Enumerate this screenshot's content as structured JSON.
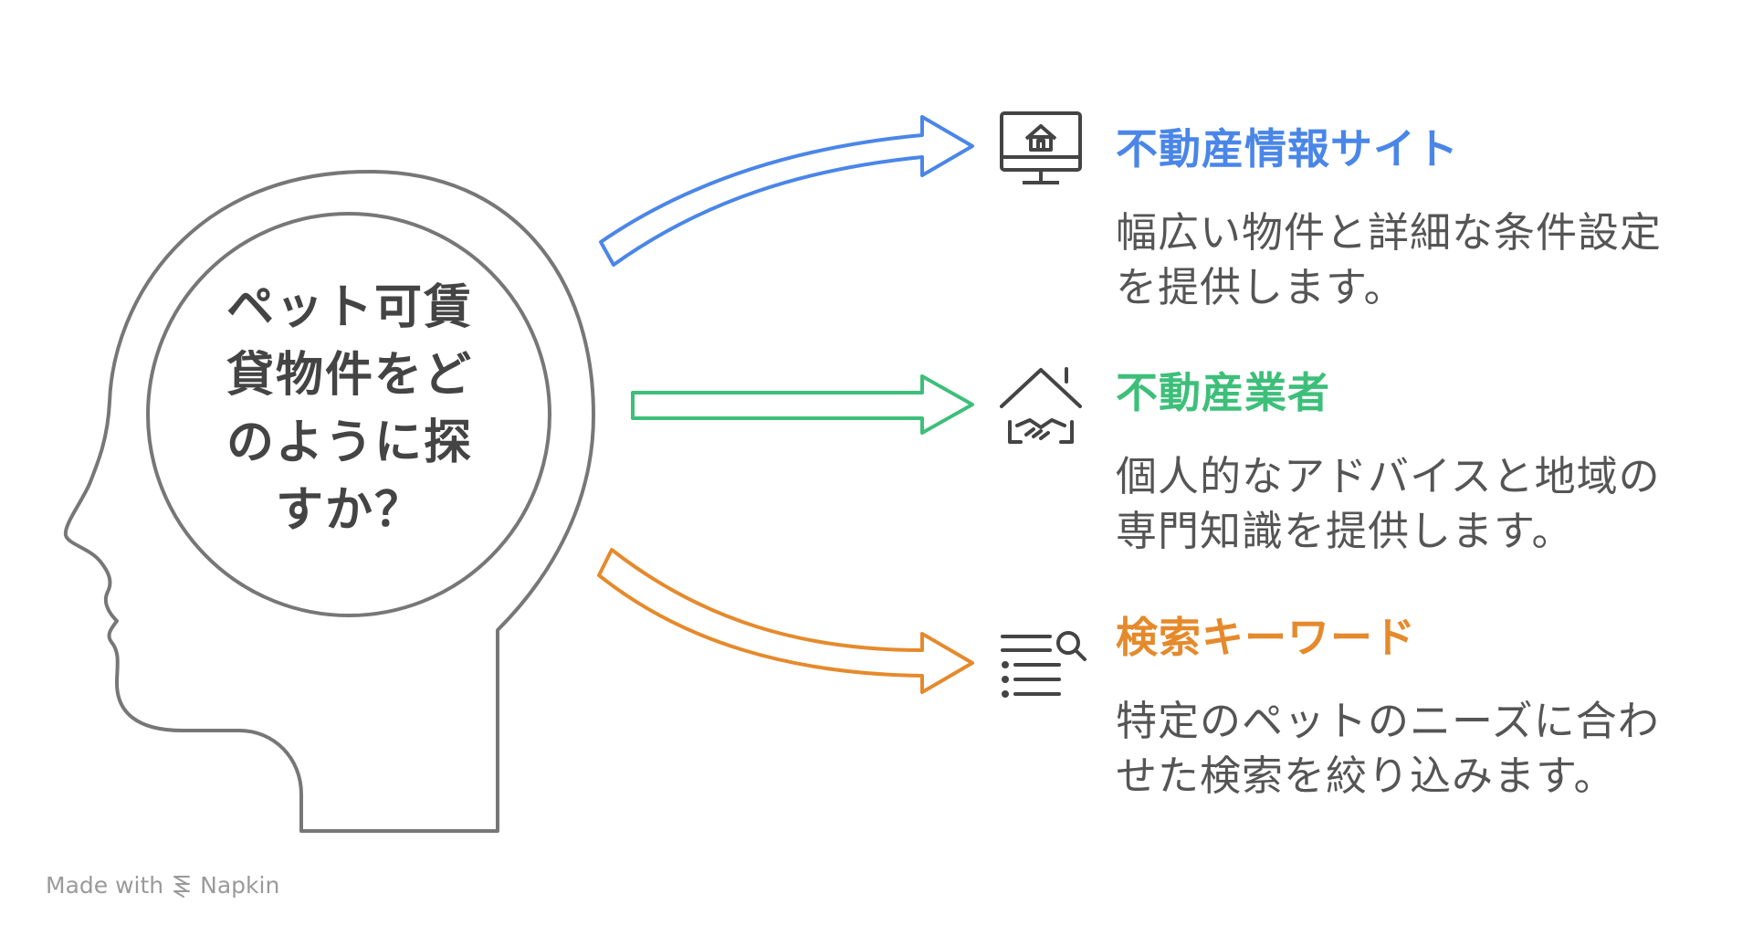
{
  "question": {
    "lines": [
      "ペット可賃",
      "貸物件をど",
      "のように探",
      "すか？"
    ]
  },
  "items": [
    {
      "title": "不動産情報サイト",
      "desc_lines": [
        "幅広い物件と詳細な条件設定",
        "を提供します。"
      ],
      "color": "#4a86e8",
      "icon": "monitor-house-icon"
    },
    {
      "title": "不動産業者",
      "desc_lines": [
        "個人的なアドバイスと地域の",
        "専門知識を提供します。"
      ],
      "color": "#3dbf7a",
      "icon": "house-handshake-icon"
    },
    {
      "title": "検索キーワード",
      "desc_lines": [
        "特定のペットのニーズに合わ",
        "せた検索を絞り込みます。"
      ],
      "color": "#e58a2c",
      "icon": "list-search-icon"
    }
  ],
  "watermark": {
    "prefix": "Made with",
    "brand": "Napkin",
    "icon": "napkin-logo-icon"
  },
  "colors": {
    "outline": "#777777",
    "text": "#444444"
  }
}
